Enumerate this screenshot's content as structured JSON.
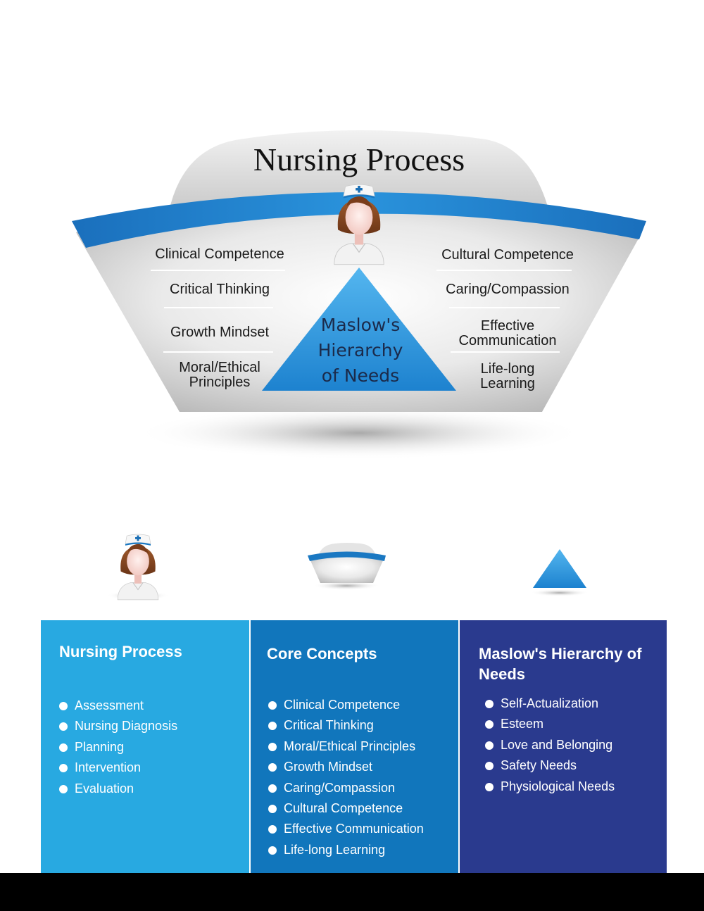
{
  "diagram": {
    "title": "Nursing Process",
    "left_concepts": [
      "Clinical Competence",
      "Critical Thinking",
      "Growth Mindset",
      [
        "Moral/Ethical",
        "Principles"
      ]
    ],
    "right_concepts": [
      "Cultural Competence",
      "Caring/Compassion",
      [
        "Effective",
        "Communication"
      ],
      [
        "Life-long",
        "Learning"
      ]
    ],
    "pyramid_label": [
      "Maslow's",
      "Hierarchy",
      "of Needs"
    ],
    "colors": {
      "blue_band": "#1a78c2",
      "cap_gray": "#d3d3d3",
      "pyramid": "#2b8fd6",
      "nurse_hair": "#8b4a24",
      "cross": "#1a6fb5"
    }
  },
  "icons": [
    "nurse-icon",
    "nurse-cap-icon",
    "pyramid-icon"
  ],
  "panels": [
    {
      "title": "Nursing Process",
      "items": [
        "Assessment",
        "Nursing Diagnosis",
        "Planning",
        "Intervention",
        "Evaluation"
      ],
      "color": "#28a9e1"
    },
    {
      "title": "Core Concepts",
      "items": [
        "Clinical Competence",
        "Critical Thinking",
        "Moral/Ethical Principles",
        "Growth Mindset",
        "Caring/Compassion",
        "Cultural Competence",
        "Effective Communication",
        "Life-long Learning"
      ],
      "color": "#1176bc"
    },
    {
      "title": "Maslow's Hierarchy of Needs",
      "items": [
        "Self-Actualization",
        "Esteem",
        "Love and Belonging",
        "Safety Needs",
        "Physiological Needs"
      ],
      "color": "#2a3a8e"
    }
  ]
}
